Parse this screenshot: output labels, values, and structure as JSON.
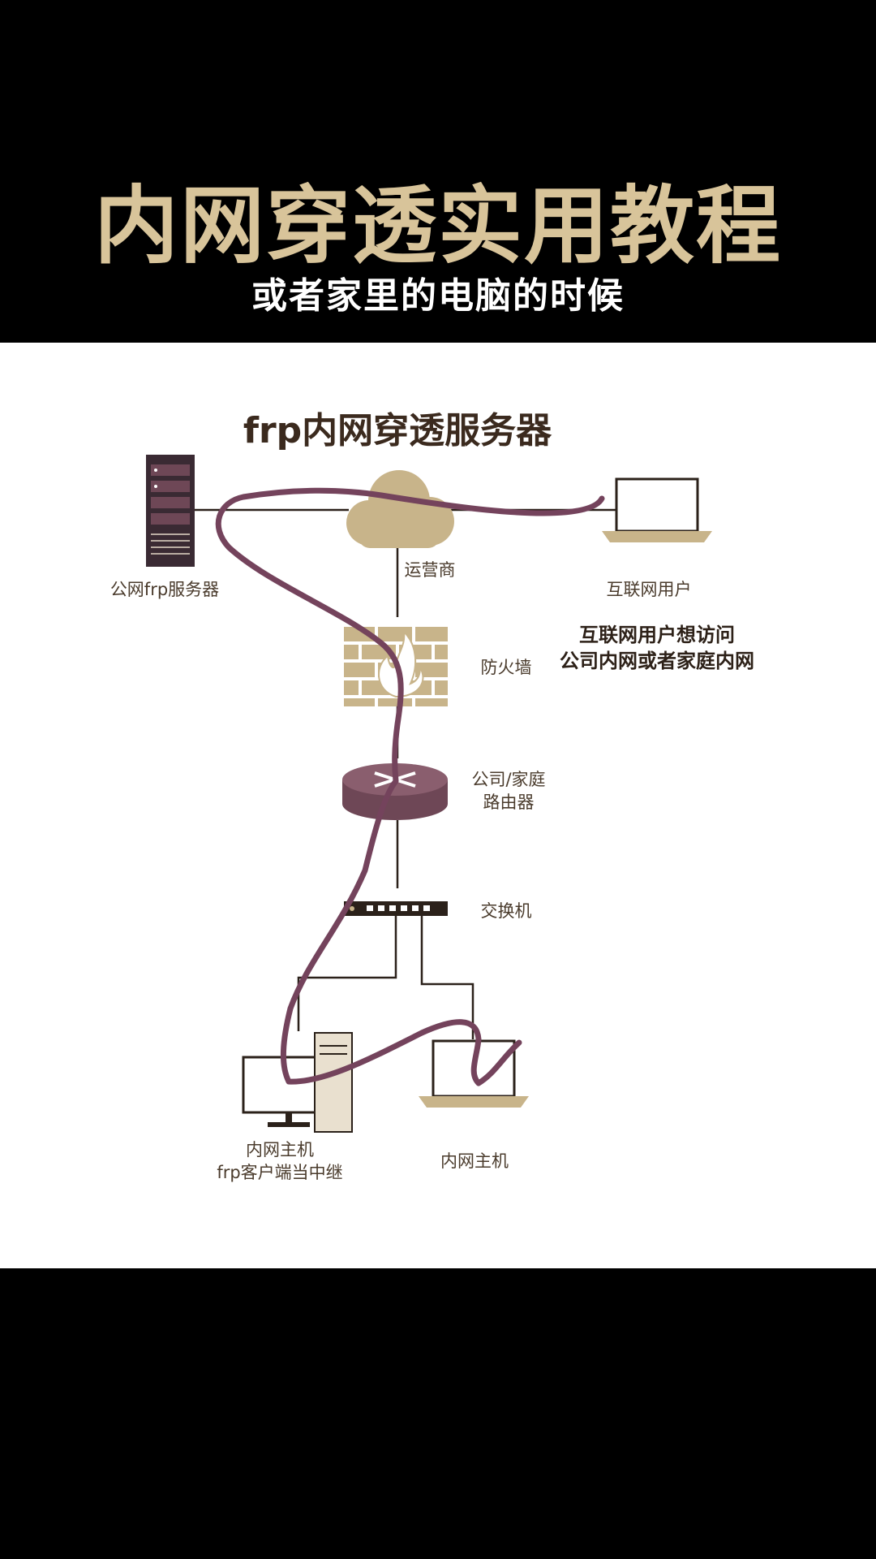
{
  "header": {
    "title": "内网穿透实用教程",
    "subtitle": "或者家里的电脑的时候"
  },
  "diagram": {
    "title": "frp内网穿透服务器",
    "nodes": {
      "server": "公网frp服务器",
      "cloud": "运营商",
      "internet_user": "互联网用户",
      "firewall": "防火墙",
      "router_line1": "公司/家庭",
      "router_line2": "路由器",
      "switch": "交换机",
      "host_relay_line1": "内网主机",
      "host_relay_line2": "frp客户端当中继",
      "host": "内网主机"
    },
    "note_line1": "互联网用户想访问",
    "note_line2": "公司内网或者家庭内网",
    "colors": {
      "icon_tan": "#c8b48a",
      "router_purple": "#6e4756",
      "annotation_stroke": "#74435c",
      "text": "#4a3b2c",
      "title_gold": "#d8c49a"
    }
  }
}
